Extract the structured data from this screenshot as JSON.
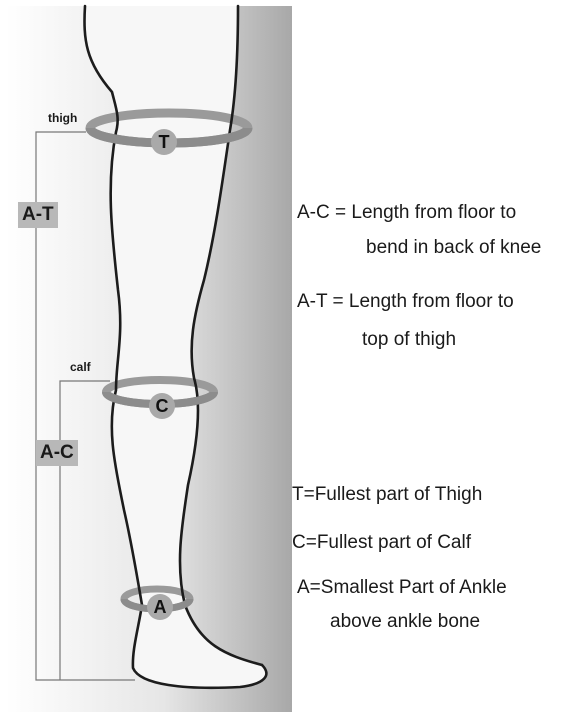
{
  "ring_labels": {
    "thigh": "T",
    "calf": "C",
    "ankle": "A"
  },
  "side_labels": {
    "thigh": "thigh",
    "calf": "calf",
    "a_t": "A-T",
    "a_c": "A-C"
  },
  "legend": {
    "ac_line1": "A-C = Length from floor to",
    "ac_line2": "bend in back of knee",
    "at_line1": "A-T = Length from floor to",
    "at_line2": "top of thigh",
    "t_def": "T=Fullest part of Thigh",
    "c_def": "C=Fullest part of Calf",
    "a_line1": "A=Smallest Part of Ankle",
    "a_line2": "above ankle bone"
  },
  "colors": {
    "panel_light": "#ffffff",
    "panel_dark": "#a8a8a8",
    "ring": "#8c8c8c",
    "outline": "#1c1c1c"
  }
}
